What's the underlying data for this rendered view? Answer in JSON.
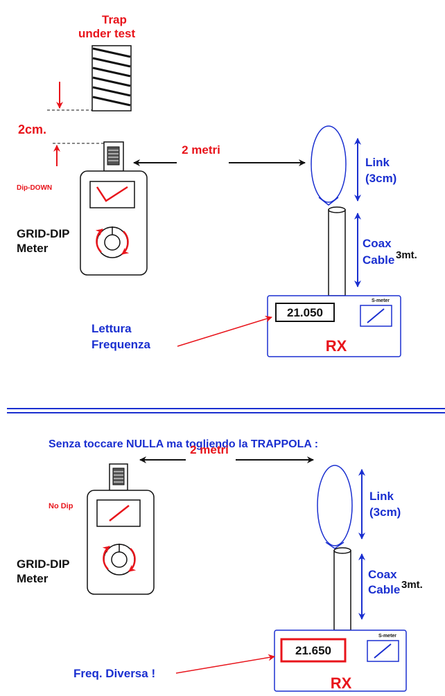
{
  "colors": {
    "red": "#e8141b",
    "blue": "#1a2fd0",
    "black": "#111111"
  },
  "top": {
    "trap_line1": "Trap",
    "trap_line2": "under test",
    "gap_label": "2cm.",
    "dip_status": "Dip-DOWN",
    "meter_line1": "GRID-DIP",
    "meter_line2": "Meter",
    "distance": "2 metri",
    "link_line1": "Link",
    "link_line2": "(3cm)",
    "coax_line1": "Coax",
    "coax_line2": "Cable",
    "coax_len": "3mt.",
    "smeter": "S-meter",
    "frequency": "21.050",
    "rx": "RX",
    "note_line1": "Lettura",
    "note_line2": "Frequenza"
  },
  "caption": "Senza toccare NULLA ma togliendo la TRAPPOLA :",
  "bottom": {
    "dip_status": "No Dip",
    "meter_line1": "GRID-DIP",
    "meter_line2": "Meter",
    "distance": "2 metri",
    "link_line1": "Link",
    "link_line2": "(3cm)",
    "coax_line1": "Coax",
    "coax_line2": "Cable",
    "coax_len": "3mt.",
    "smeter": "S-meter",
    "frequency": "21.650",
    "rx": "RX",
    "note": "Freq. Diversa !"
  }
}
